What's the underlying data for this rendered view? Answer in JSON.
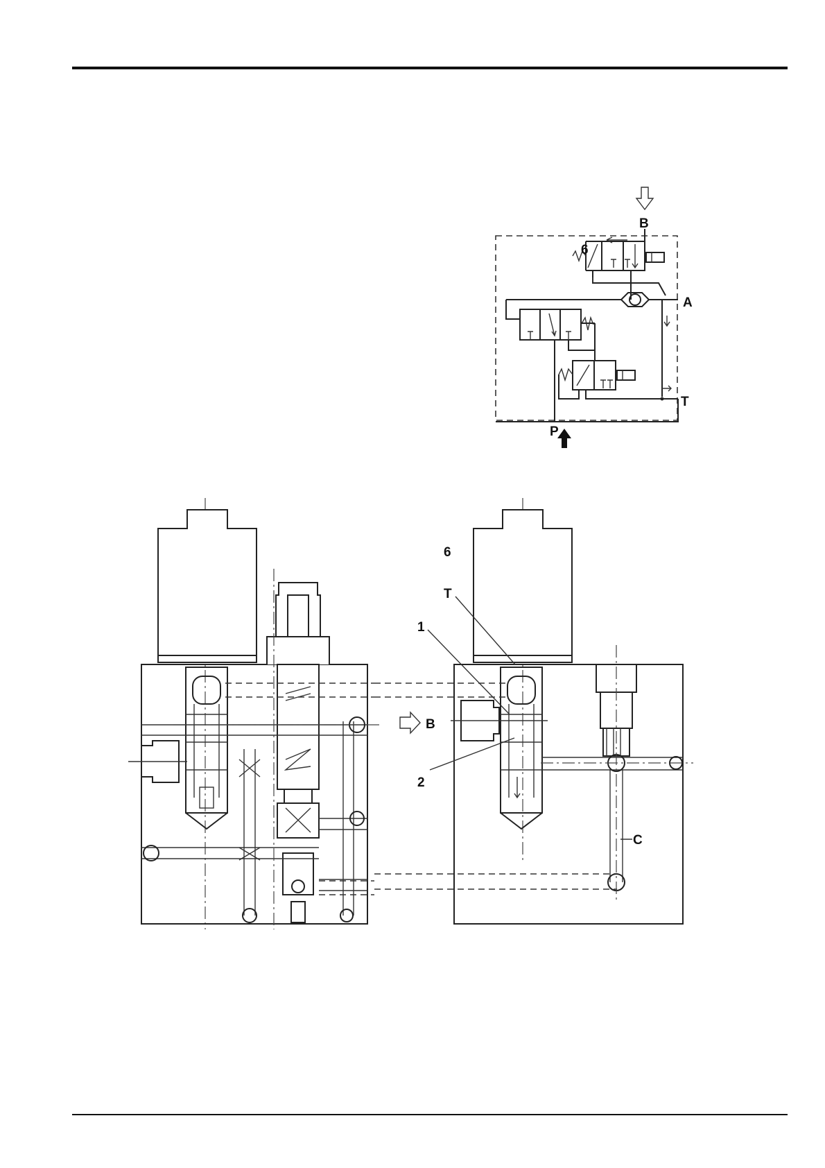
{
  "schematic": {
    "label_B": "B",
    "label_6": "6",
    "label_A": "A",
    "label_T": "T",
    "label_P": "P"
  },
  "section_right": {
    "label_6": "6",
    "label_T": "T",
    "label_1": "1",
    "label_B": "B",
    "label_2": "2",
    "label_C": "C"
  }
}
